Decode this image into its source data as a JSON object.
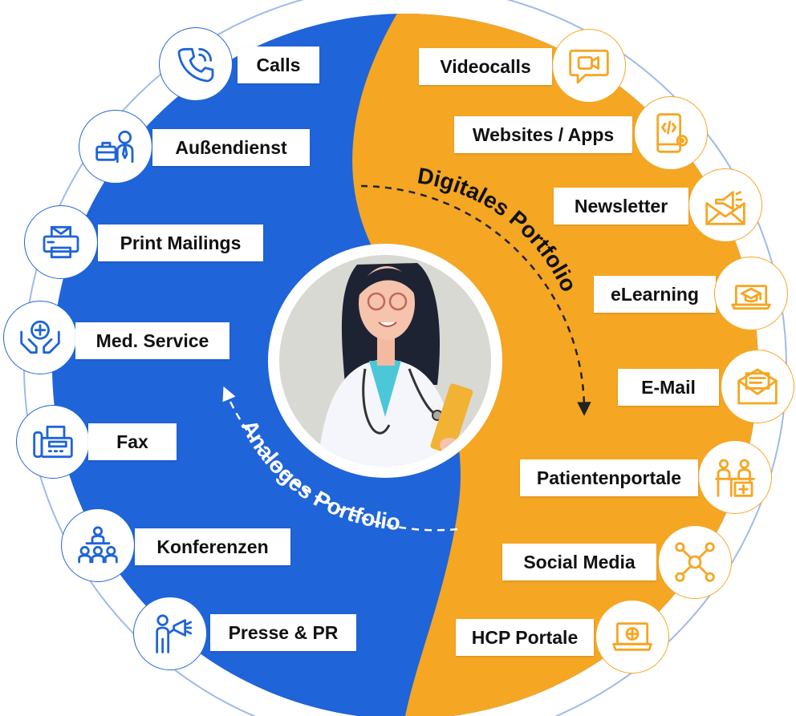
{
  "colors": {
    "analog": "#1f64d8",
    "digital": "#f5a623",
    "ring": "#9fbbe8"
  },
  "portfolios": {
    "digital_title": "Digitales Portfolio",
    "analog_title": "Analoges Portfolio"
  },
  "analog_items": [
    {
      "label": "Calls",
      "icon": "phone-icon"
    },
    {
      "label": "Außendienst",
      "icon": "field-service-icon"
    },
    {
      "label": "Print Mailings",
      "icon": "printer-icon"
    },
    {
      "label": "Med. Service",
      "icon": "medical-hands-icon"
    },
    {
      "label": "Fax",
      "icon": "fax-icon"
    },
    {
      "label": "Konferenzen",
      "icon": "conference-icon"
    },
    {
      "label": "Presse & PR",
      "icon": "megaphone-person-icon"
    }
  ],
  "digital_items": [
    {
      "label": "Videocalls",
      "icon": "video-chat-icon"
    },
    {
      "label": "Websites / Apps",
      "icon": "smartphone-code-icon"
    },
    {
      "label": "Newsletter",
      "icon": "newsletter-icon"
    },
    {
      "label": "eLearning",
      "icon": "elearning-laptop-icon"
    },
    {
      "label": "E-Mail",
      "icon": "email-icon"
    },
    {
      "label": "Patientenportale",
      "icon": "patient-portal-icon"
    },
    {
      "label": "Social Media",
      "icon": "network-icon"
    },
    {
      "label": "HCP Portale",
      "icon": "laptop-medical-icon"
    }
  ],
  "center_figure": "doctor-avatar"
}
